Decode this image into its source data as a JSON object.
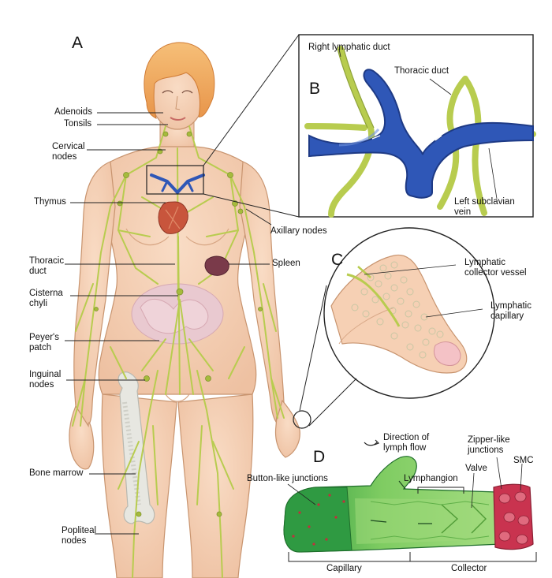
{
  "panels": {
    "a": "A",
    "b": "B",
    "c": "C",
    "d": "D"
  },
  "labels": {
    "adenoids": "Adenoids",
    "tonsils": "Tonsils",
    "cervical_nodes": "Cervical\nnodes",
    "thymus": "Thymus",
    "thoracic_duct_body": "Thoracic\nduct",
    "cisterna_chyli": "Cisterna\nchyli",
    "peyers_patch": "Peyer's\npatch",
    "inguinal_nodes": "Inguinal\nnodes",
    "bone_marrow": "Bone marrow",
    "popliteal_nodes": "Popliteal\nnodes",
    "axillary_nodes": "Axillary nodes",
    "spleen": "Spleen",
    "right_lymphatic_duct": "Right lymphatic duct",
    "thoracic_duct_inset": "Thoracic duct",
    "left_subclavian_vein": "Left subclavian\nvein",
    "lymphatic_collector_vessel": "Lymphatic\ncollector vessel",
    "lymphatic_capillary": "Lymphatic\ncapillary",
    "direction_of_lymph_flow": "Direction of\nlymph flow",
    "zipper_like_junctions": "Zipper-like\njunctions",
    "smc": "SMC",
    "valve": "Valve",
    "lymphangion": "Lymphangion",
    "button_like_junctions": "Button-like junctions",
    "capillary": "Capillary",
    "collector": "Collector"
  },
  "colors": {
    "skin": "#f6d2b6",
    "skin_outline": "#c8946f",
    "hair": "#f2a85c",
    "lymph_vessel": "#b8cc4f",
    "lymph_vessel_dark": "#8ea23a",
    "vein_blue": "#2f57b7",
    "vein_blue_dark": "#1e3a85",
    "thymus_red": "#c8553c",
    "spleen_purple": "#7a3a4a",
    "intestine_pink": "#e6c4cc",
    "bone": "#e4e4de",
    "capillary_green": "#2fa046",
    "collector_green": "#8fd06a",
    "smc_red": "#c9334f"
  }
}
